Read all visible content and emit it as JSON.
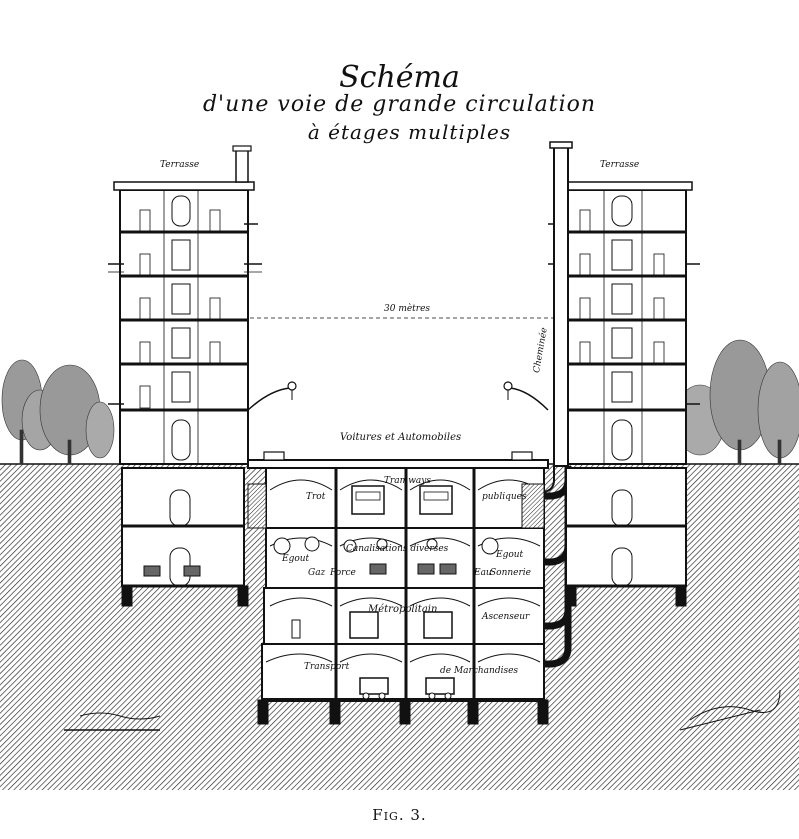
{
  "title": {
    "line1": "Schéma",
    "line2": "d'une voie de grande circulation",
    "line3": "à étages multiples"
  },
  "caption": "Fig. 3.",
  "labels": {
    "terrasse_left": "Terrasse",
    "terrasse_right": "Terrasse",
    "distance": "30 mètres",
    "chaussee": "Voitures et Automobiles",
    "cheminee": "Cheminée",
    "tramway_1": "Trot",
    "tramway_2": "Tramways",
    "tramway_3": "publiques",
    "canal_1": "Canalisations diverses",
    "gaz": "Gaz",
    "egout_left": "Egout",
    "egout_right": "Egout",
    "force": "Force",
    "eau": "Eau",
    "sonnerie": "Sonnerie",
    "metropolitain": "Métropolitain",
    "ascenseur": "Ascenseur",
    "transport_1": "Transport",
    "transport_2": "de Marchandises"
  },
  "colors": {
    "ink": "#111111",
    "paper": "#ffffff",
    "foliage": "#555555"
  }
}
